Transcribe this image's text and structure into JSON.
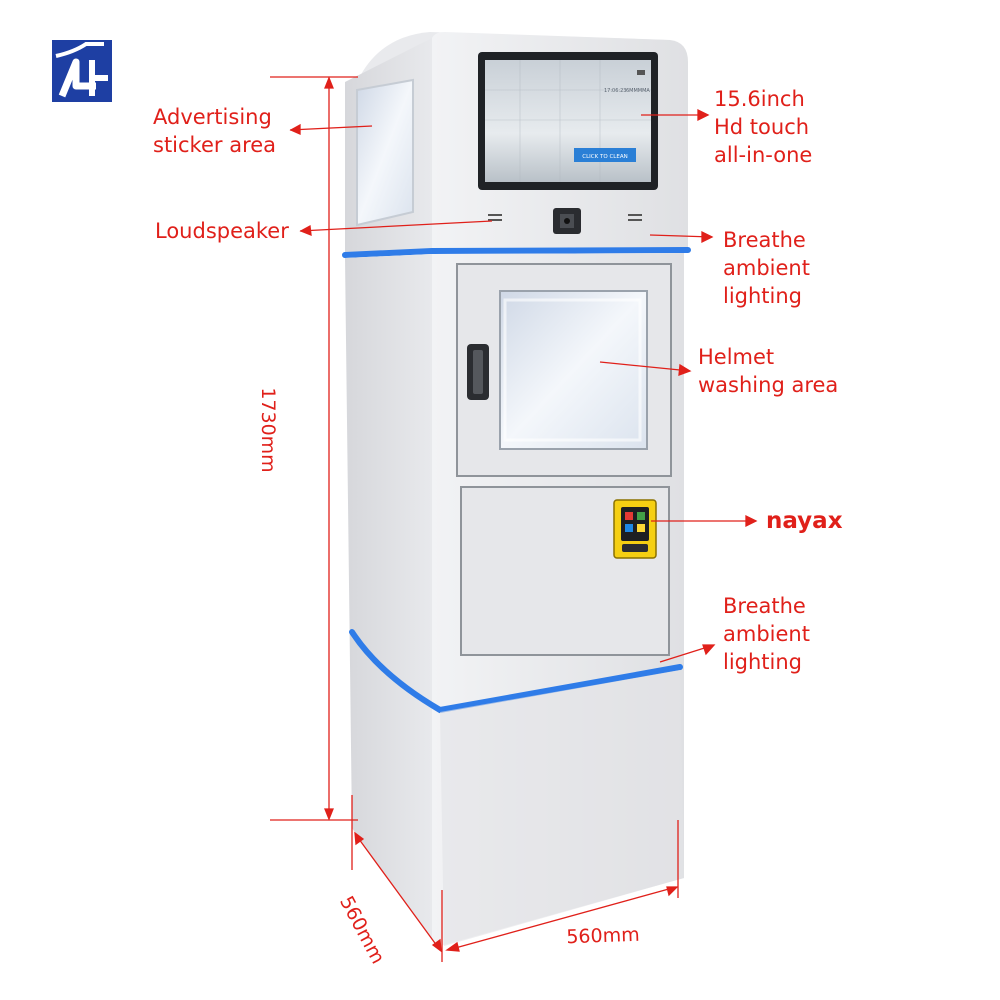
{
  "logo": {
    "icon": "4h-logo-icon",
    "text": "4H"
  },
  "screen": {
    "button": "CLICK TO CLEAN",
    "status_left": "17:06:23",
    "status_right": "6MMMMA"
  },
  "callouts": {
    "advertising": [
      "Advertising",
      "sticker area"
    ],
    "loudspeaker": [
      "Loudspeaker"
    ],
    "touch": [
      "15.6inch",
      "Hd touch",
      "all-in-one"
    ],
    "breathe_top": [
      "Breathe",
      "ambient",
      "lighting"
    ],
    "helmet": [
      "Helmet",
      "washing area"
    ],
    "nayax": [
      "nayax"
    ],
    "breathe_bottom": [
      "Breathe",
      "ambient",
      "lighting"
    ]
  },
  "dimensions": {
    "height": "1730mm",
    "depth": "560mm",
    "width": "560mm"
  },
  "colors": {
    "label": "#e0201a",
    "led": "#2f7ce8",
    "cabinet": "#e6e7ea",
    "logo": "#1e3fa3",
    "reader": "#f5cf12"
  }
}
